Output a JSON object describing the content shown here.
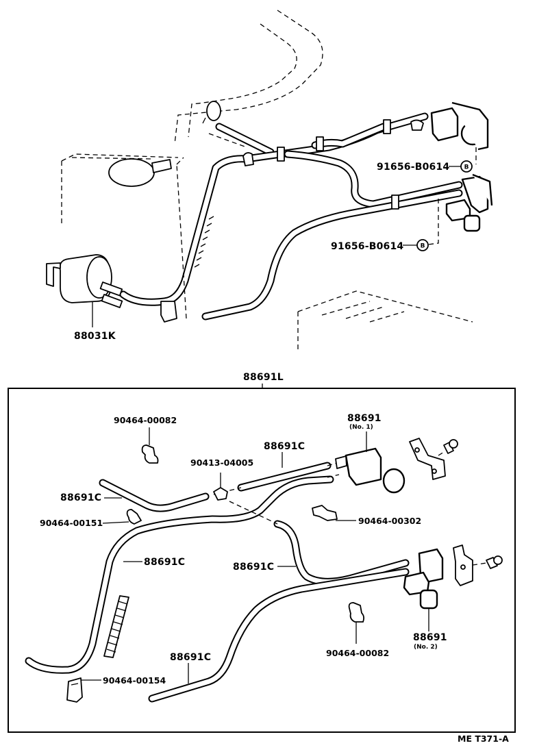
{
  "labels": {
    "top_91656_a": "91656-B0614",
    "top_91656_b": "91656-B0614",
    "top_88031k": "88031K",
    "box_88691l": "88691L",
    "p_90464_00082_a": "90464-00082",
    "p_88691_no1": "88691",
    "p_no1": "(No. 1)",
    "p_90413": "90413-04005",
    "p_88691c_1": "88691C",
    "p_88691c_2": "88691C",
    "p_90464_00151": "90464-00151",
    "p_90464_00302": "90464-00302",
    "p_88691c_3": "88691C",
    "p_88691c_4": "88691C",
    "p_88691_no2": "88691",
    "p_no2": "(No. 2)",
    "p_90464_00082_b": "90464-00082",
    "p_88691c_5": "88691C",
    "p_90464_00154": "90464-00154",
    "ref_code": "ME T371-A",
    "marker_b": "B"
  }
}
